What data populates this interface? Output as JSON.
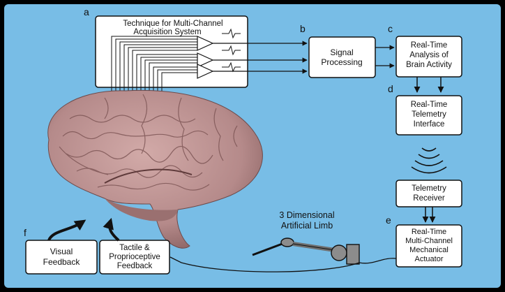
{
  "colors": {
    "background": "#78bde6",
    "frame": "#000000",
    "box_fill": "#ffffff",
    "line": "#111111",
    "brain": "#b58a8a"
  },
  "acquisition": {
    "letter": "a",
    "title_line1": "Technique for Multi-Channel",
    "title_line2": "Acquisition System"
  },
  "signal_processing": {
    "letter": "b",
    "line1": "Signal",
    "line2": "Processing"
  },
  "analysis": {
    "letter": "c",
    "line1": "Real-Time",
    "line2": "Analysis of",
    "line3": "Brain Activity"
  },
  "telemetry_interface": {
    "letter": "d",
    "line1": "Real-Time",
    "line2": "Telemetry",
    "line3": "Interface"
  },
  "telemetry_receiver": {
    "line1": "Telemetry",
    "line2": "Receiver"
  },
  "actuator": {
    "letter": "e",
    "line1": "Real-Time",
    "line2": "Multi-Channel",
    "line3": "Mechanical",
    "line4": "Actuator"
  },
  "limb_label": {
    "line1": "3 Dimensional",
    "line2": "Artificial Limb"
  },
  "visual_feedback": {
    "letter": "f",
    "line1": "Visual",
    "line2": "Feedback"
  },
  "tactile_feedback": {
    "line1": "Tactile &",
    "line2": "Proprioceptive",
    "line3": "Feedback"
  },
  "icons": [
    "amplifier-icon",
    "waveform-icon",
    "wireless-signal-icon",
    "brain-image",
    "robot-arm-icon"
  ]
}
